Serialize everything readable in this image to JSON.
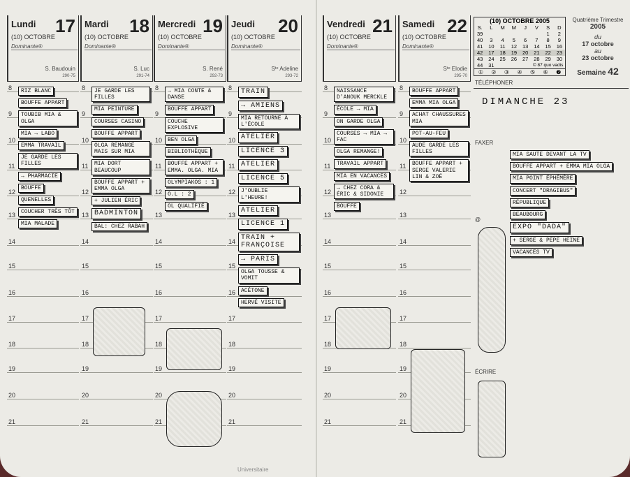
{
  "days": [
    {
      "name": "Lundi",
      "num": "17",
      "month": "(10) OCTOBRE",
      "dominante": "Dominante®",
      "saint": "S. Baudouin",
      "code": "290-75"
    },
    {
      "name": "Mardi",
      "num": "18",
      "month": "(10) OCTOBRE",
      "dominante": "Dominante®",
      "saint": "S. Luc",
      "code": "291-74"
    },
    {
      "name": "Mercredi",
      "num": "19",
      "month": "(10) OCTOBRE",
      "dominante": "Dominante®",
      "saint": "S. René",
      "code": "292-73"
    },
    {
      "name": "Jeudi",
      "num": "20",
      "month": "(10) OCTOBRE",
      "dominante": "Dominante®",
      "saint": "Sᵗᵉ Adeline",
      "code": "293-72"
    },
    {
      "name": "Vendredi",
      "num": "21",
      "month": "(10) OCTOBRE",
      "dominante": "Dominante®",
      "saint": "",
      "code": ""
    },
    {
      "name": "Samedi",
      "num": "22",
      "month": "(10) OCTOBRE",
      "dominante": "Dominante®",
      "saint": "Sᵗᵉ Elodie",
      "code": "295-70"
    }
  ],
  "hours": [
    "8",
    "9",
    "10",
    "11",
    "12",
    "13",
    "14",
    "15",
    "16",
    "17",
    "18",
    "19",
    "20",
    "21"
  ],
  "mini_calendar": {
    "title": "(10) OCTOBRE 2005",
    "header": [
      "S.",
      "L",
      "M",
      "M",
      "J",
      "V",
      "S",
      "D"
    ],
    "rows": [
      [
        "39",
        "",
        "",
        "",
        "",
        "",
        "1",
        "2"
      ],
      [
        "40",
        "3",
        "4",
        "5",
        "6",
        "7",
        "8",
        "9"
      ],
      [
        "41",
        "10",
        "11",
        "12",
        "13",
        "14",
        "15",
        "16"
      ],
      [
        "42",
        "17",
        "18",
        "19",
        "20",
        "21",
        "22",
        "23"
      ],
      [
        "43",
        "24",
        "25",
        "26",
        "27",
        "28",
        "29",
        "30"
      ],
      [
        "44",
        "31",
        "",
        "",
        "",
        "",
        "© 87 quo vadis",
        ""
      ]
    ],
    "circles": [
      "①",
      "②",
      "③",
      "④",
      "⑤",
      "⑥",
      "❼"
    ]
  },
  "quarter": {
    "label": "Quatrième Trimestre",
    "year": "2005",
    "du": "du",
    "from": "17 octobre",
    "au": "au",
    "to": "23 octobre",
    "week_label": "Semaine",
    "week": "42"
  },
  "sections": {
    "phone": "TÉLÉPHONER",
    "fax": "FAXER",
    "email": "@",
    "write": "ÉCRIRE"
  },
  "sunday": "DiMANCHE 23",
  "footer": "Universitaire",
  "notes": [
    "JE GARDE LES FILLES",
    "MiA PEiNTURE",
    "RiZ BLANC",
    "BOUFFE APPART",
    "TOUBiB MiA & OLGA",
    "MiA → LABO",
    "EMMA TRAVAiL",
    "JE GARDE LES FILLES",
    "COURSES CASiNO",
    "BOUFFE APPART",
    "OLGA REMANGE MAiS SUR MiA",
    "MiA DORT BEAUCOUP",
    "→ PHARMACiE",
    "BOUFFE",
    "QUENELLES",
    "COUCHER TRÈS TÔT",
    "MiA MALADE",
    "→ MiA CONTE & DANSE",
    "BOUFFE APPART",
    "COUCHE EXPLOSiVE",
    "BEN OLGA",
    "BiBLiOTHÈQUE",
    "BOUFFE APPART + EMMA OLGA",
    "BOUFFE APPART + EMMA. OLGA. MiA",
    "+ JULiEN ÉRiC",
    "BADMiNTON",
    "BAL: CHEZ RABAH",
    "TRAiN",
    "→ AMiENS",
    "MiA RETOURNE À L'ÉCOLE",
    "ATELiER",
    "LiCENCE 3",
    "ATELiER",
    "LiCENCE 5",
    "J'OUBLiE L'HEURE!",
    "ATELiER",
    "LiCENCE 1",
    "TRAiN + FRANÇOiSE",
    "→ PARiS",
    "OLYMPiAKOS : 1",
    "O.L : 2",
    "OL QUALiFiÉ",
    "OLGA TOUSSE & VOMiT",
    "ACÉTONE",
    "HERVÉ VISITE",
    "NAiSSANCE D'ANOUK MERCKLE",
    "ÉCOLE → MiA",
    "ON GARDE OLGA",
    "COURSES → MiA → FAC",
    "OLGA REMANGE!",
    "TRAVAiL APPART",
    "MiA EN VACANCES",
    "→ CHEZ CORA & ÉRiC & SiDONiE",
    "BOUFFE",
    "BOUFFE APPART",
    "EMMA MiA OLGA",
    "ACHAT CHAUSSURES MiA",
    "POT-AU-FEU",
    "AUDE GARDE LES FILLES",
    "BOUFFE APPART + SERGE VALERiE LiN & ZOÉ",
    "MiA SAUTE DEVANT LA TV",
    "BOUFFE APPART + EMMA MiA OLGA",
    "MiA POiNT ÉPHÉMÈRE",
    "CONCERT \"DRAGiBUS\"",
    "RÉPUBLiQUE",
    "BEAUBOURG",
    "EXPO \"DADA\"",
    "+ SERGE & PEPE HEINE",
    "VACANCES TV"
  ]
}
